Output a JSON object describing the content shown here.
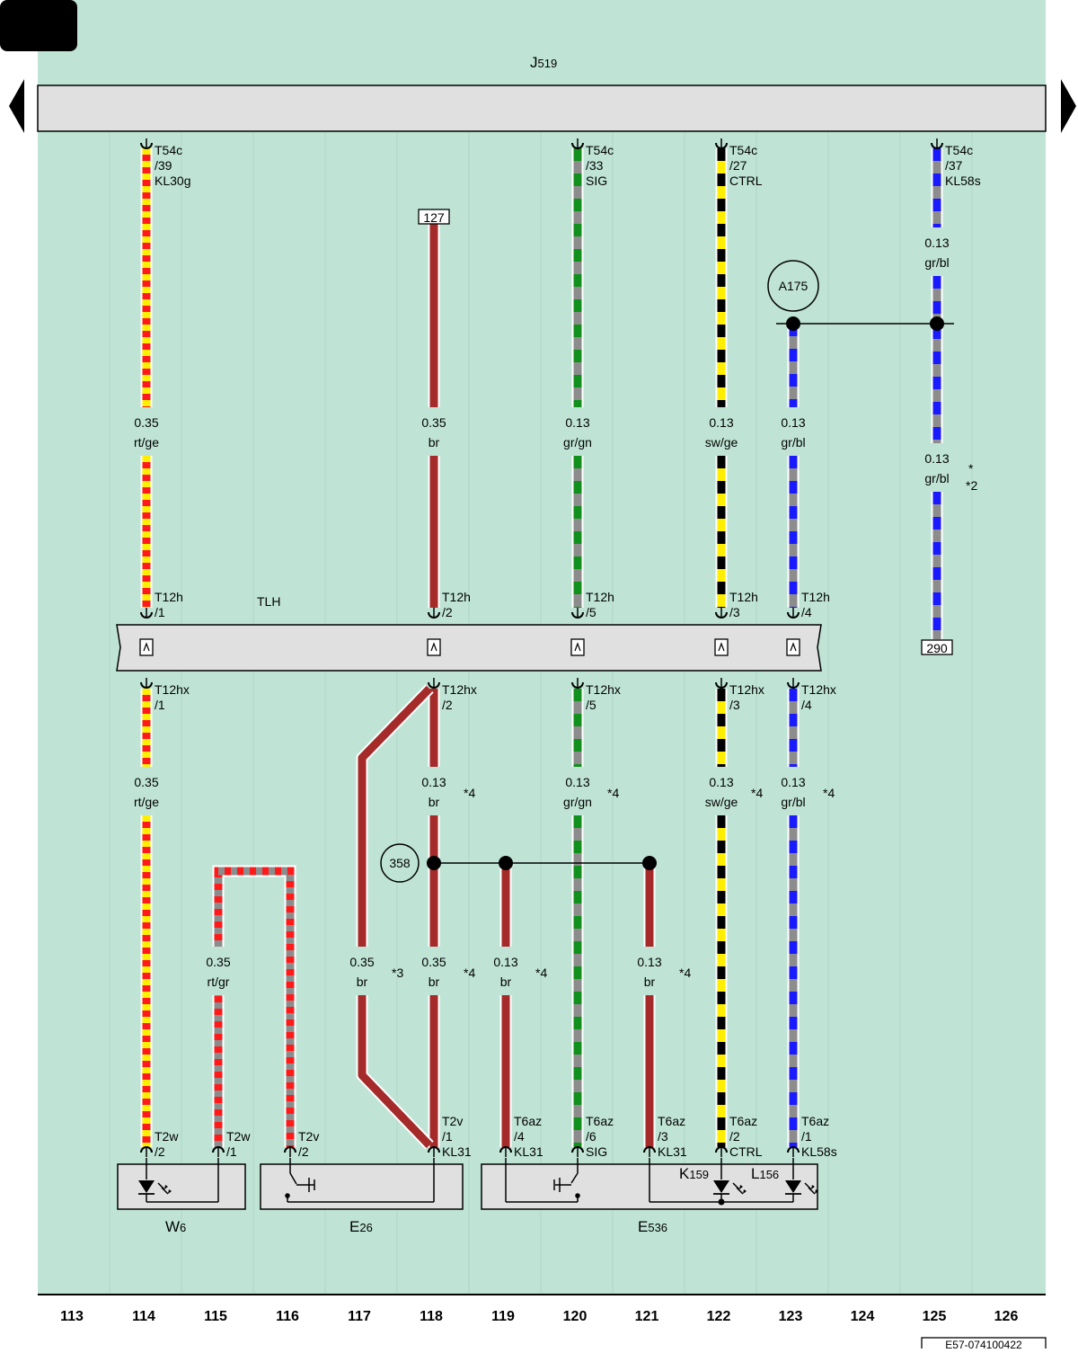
{
  "page": {
    "top_unit": {
      "name": "J",
      "sub": "519"
    },
    "harness_label": "TLH",
    "doc_code": "E57-074100422"
  },
  "column_numbers": [
    "113",
    "114",
    "115",
    "116",
    "117",
    "118",
    "119",
    "120",
    "121",
    "122",
    "123",
    "124",
    "125",
    "126"
  ],
  "colors": {
    "background": "#bfe4d6",
    "rt": "#ff1a1a",
    "ge": "#ffee00",
    "br": "#a52a2a",
    "gr": "#8c8c8c",
    "gn": "#12901e",
    "sw": "#000000",
    "bl": "#1a1aff",
    "bar": "#e0e0e0"
  },
  "top_pins": [
    {
      "id": "p39",
      "l1": "T54c",
      "l2": "/39",
      "l3": "KL30g"
    },
    {
      "id": "p33",
      "l1": "T54c",
      "l2": "/33",
      "l3": "SIG"
    },
    {
      "id": "p27",
      "l1": "T54c",
      "l2": "/27",
      "l3": "CTRL"
    },
    {
      "id": "p37",
      "l1": "T54c",
      "l2": "/37",
      "l3": "KL58s"
    }
  ],
  "tlh_top_pins": [
    {
      "l1": "T12h",
      "l2": "/1"
    },
    {
      "l1": "T12h",
      "l2": "/2"
    },
    {
      "l1": "T12h",
      "l2": "/5"
    },
    {
      "l1": "T12h",
      "l2": "/3"
    },
    {
      "l1": "T12h",
      "l2": "/4"
    }
  ],
  "tlh_bottom_pins": [
    {
      "l1": "T12hx",
      "l2": "/1"
    },
    {
      "l1": "T12hx",
      "l2": "/2"
    },
    {
      "l1": "T12hx",
      "l2": "/5"
    },
    {
      "l1": "T12hx",
      "l2": "/3"
    },
    {
      "l1": "T12hx",
      "l2": "/4"
    }
  ],
  "bottom_pins": [
    {
      "l1": "T2w",
      "l2": "/2",
      "l3": ""
    },
    {
      "l1": "T2w",
      "l2": "/1",
      "l3": ""
    },
    {
      "l1": "T2v",
      "l2": "/2",
      "l3": ""
    },
    {
      "l1": "T2v",
      "l2": "/1",
      "l3": "KL31"
    },
    {
      "l1": "T6az",
      "l2": "/4",
      "l3": "KL31"
    },
    {
      "l1": "T6az",
      "l2": "/6",
      "l3": "SIG"
    },
    {
      "l1": "T6az",
      "l2": "/3",
      "l3": "KL31"
    },
    {
      "l1": "T6az",
      "l2": "/2",
      "l3": "CTRL"
    },
    {
      "l1": "T6az",
      "l2": "/1",
      "l3": "KL58s"
    }
  ],
  "wire_labels": [
    {
      "size": "0.13",
      "color": "gr/bl",
      "note": ""
    },
    {
      "size": "0.35",
      "color": "rt/ge",
      "note": ""
    },
    {
      "size": "0.35",
      "color": "br",
      "note": ""
    },
    {
      "size": "0.13",
      "color": "gr/gn",
      "note": ""
    },
    {
      "size": "0.13",
      "color": "sw/ge",
      "note": ""
    },
    {
      "size": "0.13",
      "color": "gr/bl",
      "note": ""
    },
    {
      "size": "0.13",
      "color": "gr/bl",
      "note": "*"
    },
    {
      "size": "0.35",
      "color": "rt/ge",
      "note": ""
    },
    {
      "size": "0.13",
      "color": "br",
      "note": "*4"
    },
    {
      "size": "0.13",
      "color": "gr/gn",
      "note": "*4"
    },
    {
      "size": "0.13",
      "color": "sw/ge",
      "note": "*4"
    },
    {
      "size": "0.13",
      "color": "gr/bl",
      "note": "*4"
    },
    {
      "size": "0.35",
      "color": "rt/gr",
      "note": ""
    },
    {
      "size": "0.35",
      "color": "br",
      "note": "*3"
    },
    {
      "size": "0.35",
      "color": "br",
      "note": "*4"
    },
    {
      "size": "0.13",
      "color": "br",
      "note": "*4"
    },
    {
      "size": "0.13",
      "color": "br",
      "note": "*4"
    }
  ],
  "extra_note": "*2",
  "refs": {
    "r127": "127",
    "r290": "290"
  },
  "nodes": {
    "a175": "A175",
    "n358": "358"
  },
  "components": [
    {
      "id": "w6",
      "name": "W",
      "sub": "6"
    },
    {
      "id": "e26",
      "name": "E",
      "sub": "26"
    },
    {
      "id": "e536",
      "name": "E",
      "sub": "536"
    },
    {
      "id": "k159",
      "name": "K",
      "sub": "159"
    },
    {
      "id": "l156",
      "name": "L",
      "sub": "156"
    }
  ]
}
